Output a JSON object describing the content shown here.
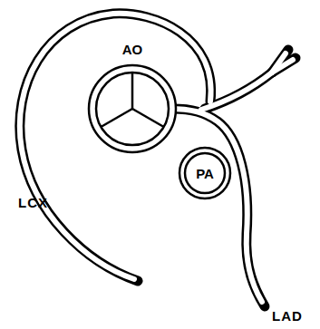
{
  "diagram": {
    "nodes": [
      {
        "text": [
          "AO"
        ]
      },
      {
        "text": [
          "PA"
        ]
      }
    ],
    "labels": [
      "LCX",
      "LAD"
    ]
  }
}
